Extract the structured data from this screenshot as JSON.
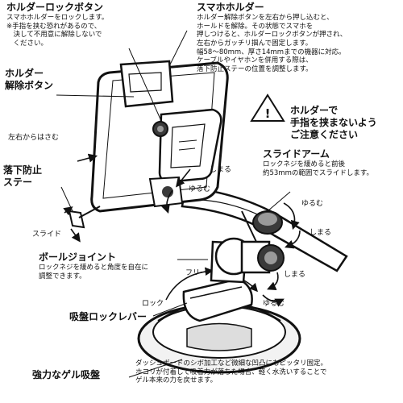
{
  "labels": {
    "holder_lock_button": {
      "title": "ホルダーロックボタン",
      "desc": "スマホホルダーをロックします。\n※手指を挟む恐れがあるので、\n　決して不用意に解除しないで\n　ください。"
    },
    "smartphone_holder": {
      "title": "スマホホルダー",
      "desc": "ホルダー解除ボタンを左右から押し込むと、\nホールドを解除。その状態でスマホを\n押しつけると、ホルダーロックボタンが押され、\n左右からガッチリ掴んで固定します。\n幅58〜80mm、厚さ14mmまでの機器に対応。\nケーブルやイヤホンを併用する際は、\n落下防止ステーの位置を調整します。"
    },
    "holder_release_button": {
      "title": "ホルダー\n解除ボタン"
    },
    "pinch_from_sides": "左右からはさむ",
    "drop_prevention_stay": {
      "title": "落下防止\nステー"
    },
    "slide": "スライド",
    "warning": {
      "text": "ホルダーで\n手指を挟まないよう\nご注意ください"
    },
    "slide_arm": {
      "title": "スライドアーム",
      "desc": "ロックネジを緩めると前後\n約53mmの範囲でスライドします。"
    },
    "tighten_1": "しまる",
    "loosen_1": "ゆるむ",
    "loosen_2": "ゆるむ",
    "tighten_2": "しまる",
    "ball_joint": {
      "title": "ボールジョイント",
      "desc": "ロックネジを緩めると角度を自在に\n調整できます。"
    },
    "free": "フリー",
    "tighten_3": "しまる",
    "lock": "ロック",
    "loosen_3": "ゆるむ",
    "suction_lock_lever": {
      "title": "吸盤ロックレバー"
    },
    "strong_gel_suction": {
      "title": "強力なゲル吸盤",
      "desc": "ダッシュボードのシボ加工など微細な凹凸にもピッタリ固定。\nホコリが付着して吸着力が落ちた場合、軽く水洗いすることで\nゲル本来の力を戻せます。"
    }
  },
  "colors": {
    "line": "#111111",
    "part_fill": "#ffffff",
    "shade": "#9a9a9a",
    "dark": "#3a3a3a"
  },
  "icons": [
    "warning-triangle-icon"
  ]
}
